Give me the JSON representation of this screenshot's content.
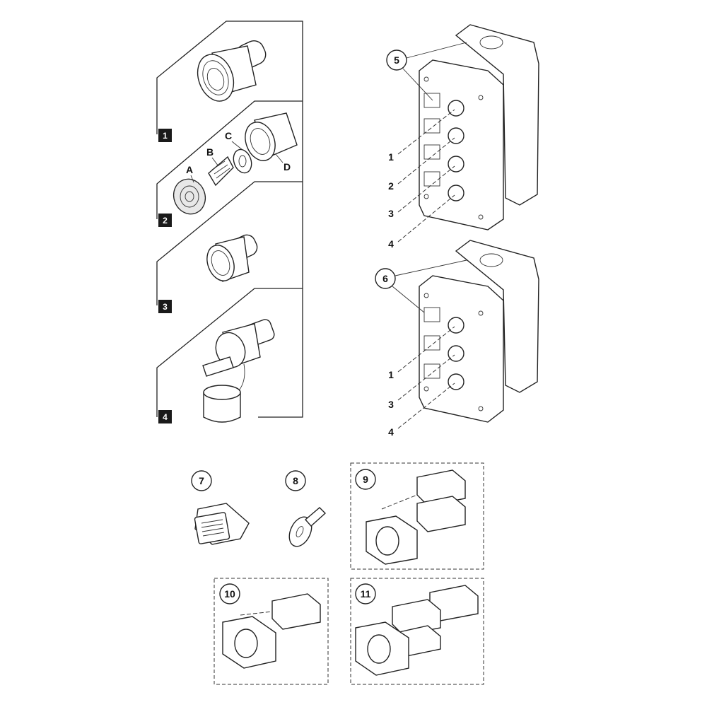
{
  "panels": [
    {
      "label": "1"
    },
    {
      "label": "2",
      "parts": [
        "A",
        "B",
        "C",
        "D"
      ]
    },
    {
      "label": "3"
    },
    {
      "label": "4"
    }
  ],
  "enclosures": [
    {
      "callout": "5",
      "positions": [
        "1",
        "2",
        "3",
        "4"
      ]
    },
    {
      "callout": "6",
      "positions": [
        "1",
        "3",
        "4"
      ]
    }
  ],
  "accessories": [
    {
      "callout": "7"
    },
    {
      "callout": "8"
    },
    {
      "callout": "9"
    },
    {
      "callout": "10"
    },
    {
      "callout": "11"
    }
  ]
}
